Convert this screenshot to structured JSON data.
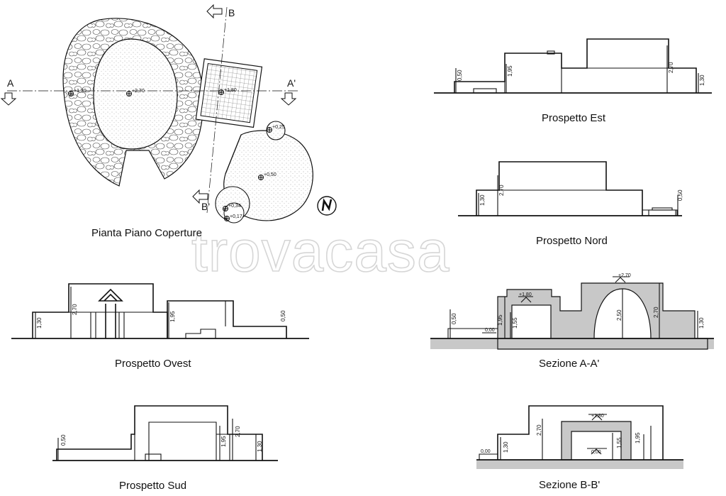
{
  "watermark": "trovacasa",
  "plan": {
    "caption": "Pianta Piano Coperture",
    "section_a_start": "A",
    "section_a_end": "A'",
    "section_b_start": "B",
    "section_b_end": "B'",
    "levels": [
      "+1,30",
      "+2,70",
      "+1,80",
      "+0,25",
      "+0,50",
      "+0,34",
      "+0,17"
    ]
  },
  "elevations": {
    "est": {
      "caption": "Prospetto Est",
      "dims": [
        "0,50",
        "1,95",
        "2,70",
        "1,30"
      ]
    },
    "nord": {
      "caption": "Prospetto Nord",
      "dims": [
        "1,30",
        "2,70",
        "0,50"
      ]
    },
    "ovest": {
      "caption": "Prospetto Ovest",
      "dims": [
        "1,30",
        "2,70",
        "1,95",
        "0,50"
      ]
    },
    "sud": {
      "caption": "Prospetto Sud",
      "dims": [
        "0,50",
        "1,95",
        "2,70",
        "1,30"
      ]
    }
  },
  "sections": {
    "aa": {
      "caption": "Sezione A-A'",
      "dims": [
        "0,50",
        "1,95",
        "1,55",
        "2,50",
        "2,70",
        "1,30"
      ],
      "levels": [
        "+1,80",
        "+2,70",
        "0,00"
      ]
    },
    "bb": {
      "caption": "Sezione B-B'",
      "dims": [
        "1,30",
        "2,70",
        "1,55",
        "1,95"
      ],
      "levels": [
        "+1,80",
        "0,00",
        "0,00"
      ]
    }
  }
}
